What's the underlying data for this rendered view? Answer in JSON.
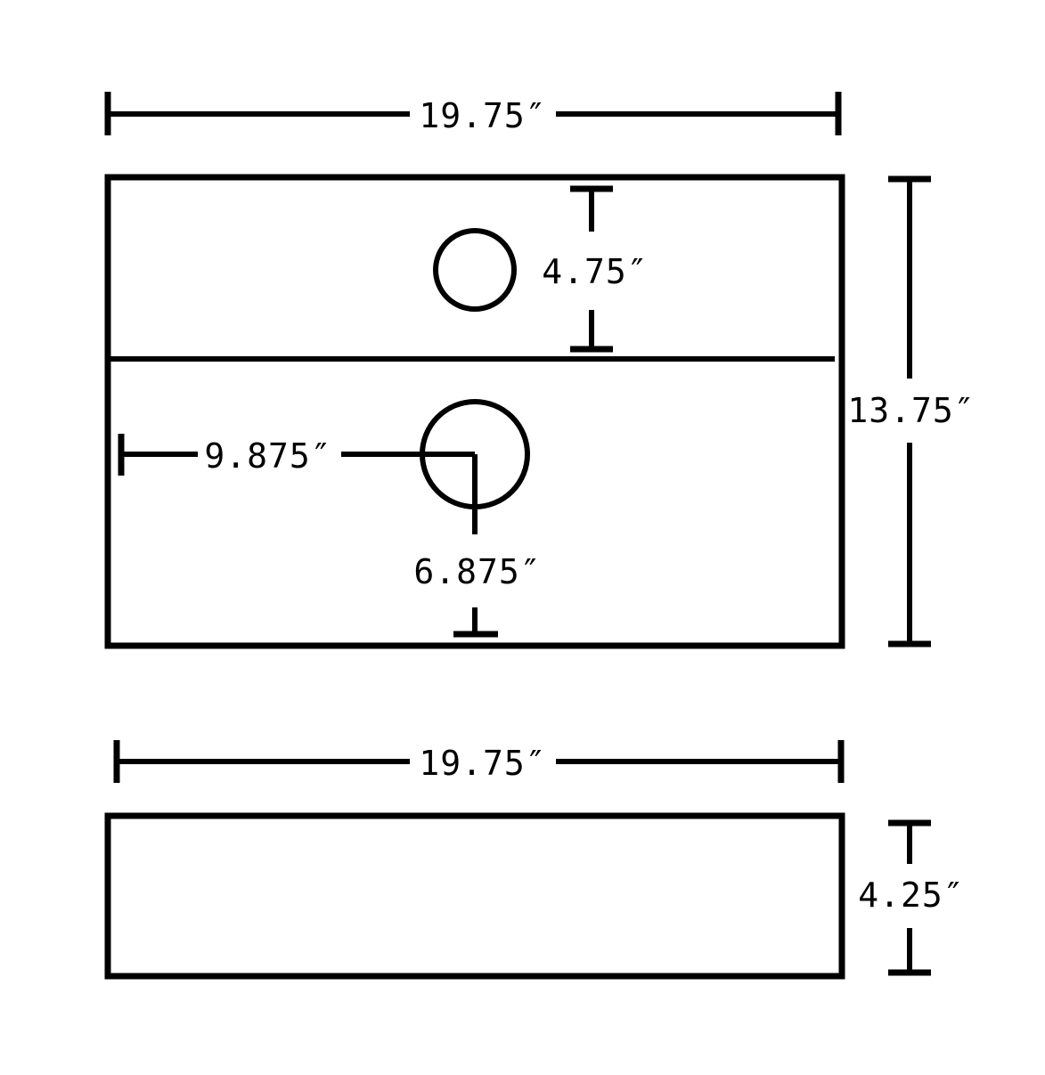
{
  "diagram": {
    "type": "technical-dimension-drawing",
    "line_color": "#000000",
    "background_color": "#ffffff",
    "top_view": {
      "width_label": "19.75″",
      "height_label": "13.75″",
      "faucet_hole_offset_label": "4.75″",
      "drain_horizontal_offset_label": "9.875″",
      "drain_vertical_offset_label": "6.875″"
    },
    "side_view": {
      "width_label": "19.75″",
      "height_label": "4.25″"
    }
  }
}
